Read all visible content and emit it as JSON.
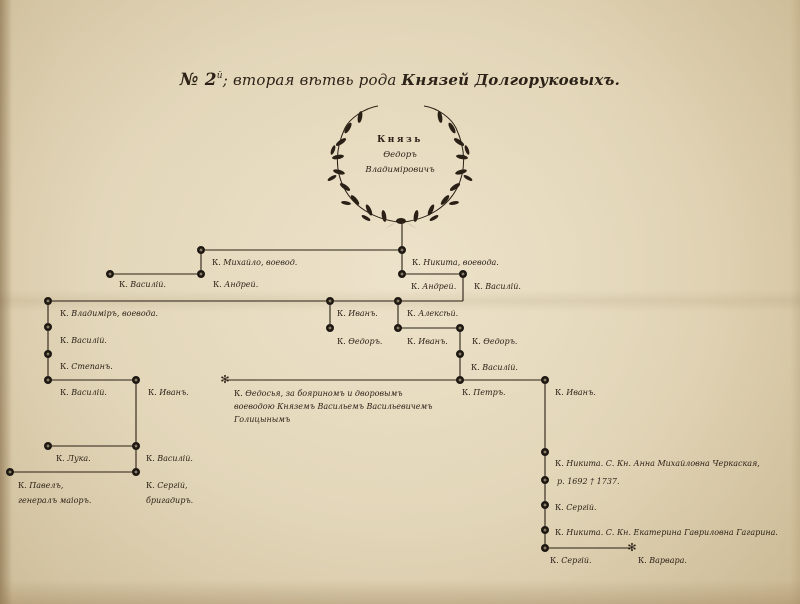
{
  "title": {
    "number": "№ 2",
    "superscript": "й",
    "separator": "; ",
    "lead": "вторая вѣтвь рода ",
    "emphasis": "Князей Долгоруковыхъ."
  },
  "root": {
    "rank": "Князь",
    "name": "Ѳедоръ",
    "patronymic": "Владиміровичъ"
  },
  "people": {
    "mikhailo": {
      "prefix": "К.",
      "text": "Михайло, воевод."
    },
    "vasily_a": {
      "prefix": "К.",
      "text": "Василій."
    },
    "andrey_a": {
      "prefix": "К.",
      "text": "Андрей."
    },
    "nikita_a": {
      "prefix": "К.",
      "text": "Никита, воевода."
    },
    "andrey_b": {
      "prefix": "К.",
      "text": "Андрей."
    },
    "vasily_b": {
      "prefix": "К.",
      "text": "Василій."
    },
    "vladimir": {
      "prefix": "К.",
      "text": "Владиміръ, воевода."
    },
    "ivan_a": {
      "prefix": "К.",
      "text": "Иванъ."
    },
    "aleksey": {
      "prefix": "К.",
      "text": "Алексѣй."
    },
    "vasily_c": {
      "prefix": "К.",
      "text": "Василій."
    },
    "fedor_a": {
      "prefix": "К.",
      "text": "Ѳедоръ."
    },
    "ivan_b": {
      "prefix": "К.",
      "text": "Иванъ."
    },
    "fedor_b": {
      "prefix": "К.",
      "text": "Ѳедоръ."
    },
    "stepan": {
      "prefix": "К.",
      "text": "Степанъ."
    },
    "vasily_d": {
      "prefix": "К.",
      "text": "Василій."
    },
    "vasily_e": {
      "prefix": "К.",
      "text": "Василій."
    },
    "ivan_c": {
      "prefix": "К.",
      "text": "Иванъ."
    },
    "fedosya": {
      "prefix": "К.",
      "text": "Ѳедосья, за бояриномъ и дворовымъ воеводою Княземъ Васильемъ Васильевичемъ Голицынымъ"
    },
    "petr": {
      "prefix": "К.",
      "text": "Петръ."
    },
    "ivan_d": {
      "prefix": "К.",
      "text": "Иванъ."
    },
    "luka": {
      "prefix": "К.",
      "text": "Лука."
    },
    "vasily_f": {
      "prefix": "К.",
      "text": "Василій."
    },
    "pavel": {
      "prefix": "К.",
      "text": "Павелъ,",
      "note": "генералъ маіоръ."
    },
    "sergey_a": {
      "prefix": "К.",
      "text": "Сергій,",
      "note": "бригадиръ."
    },
    "nikita_b": {
      "prefix": "К.",
      "text": "Никита. С. Кн. Анна Михайловна Черкаская,",
      "note": "р. 1692 † 1737."
    },
    "sergey_b": {
      "prefix": "К.",
      "text": "Сергій."
    },
    "nikita_c": {
      "prefix": "К.",
      "text": "Никита. С. Кн. Екатерина Гавриловна Гагарина."
    },
    "sergey_c": {
      "prefix": "К.",
      "text": "Сергій."
    },
    "varvara": {
      "prefix": "К.",
      "text": "Варвара."
    }
  },
  "colors": {
    "paper": "#ddd0b1",
    "ink": "#2c2218"
  }
}
